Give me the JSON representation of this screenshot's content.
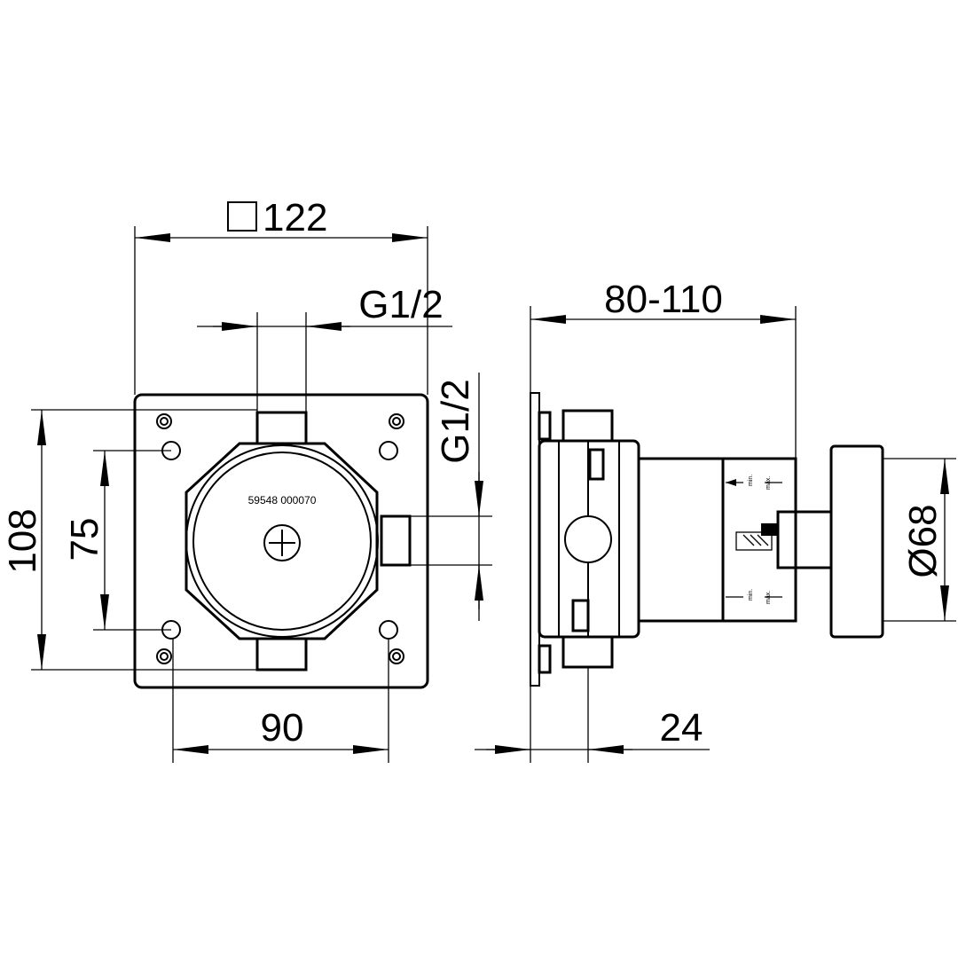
{
  "dimensions": {
    "square_width": "122",
    "thread_top": "G1/2",
    "thread_side": "G1/2",
    "height_outer": "108",
    "height_inner": "75",
    "width_holes": "90",
    "depth_range": "80-110",
    "plate_offset": "24",
    "cap_diameter": "Ø68"
  },
  "part_label": "59548 000070",
  "scale_marks": {
    "min": "min.",
    "max": "max."
  }
}
